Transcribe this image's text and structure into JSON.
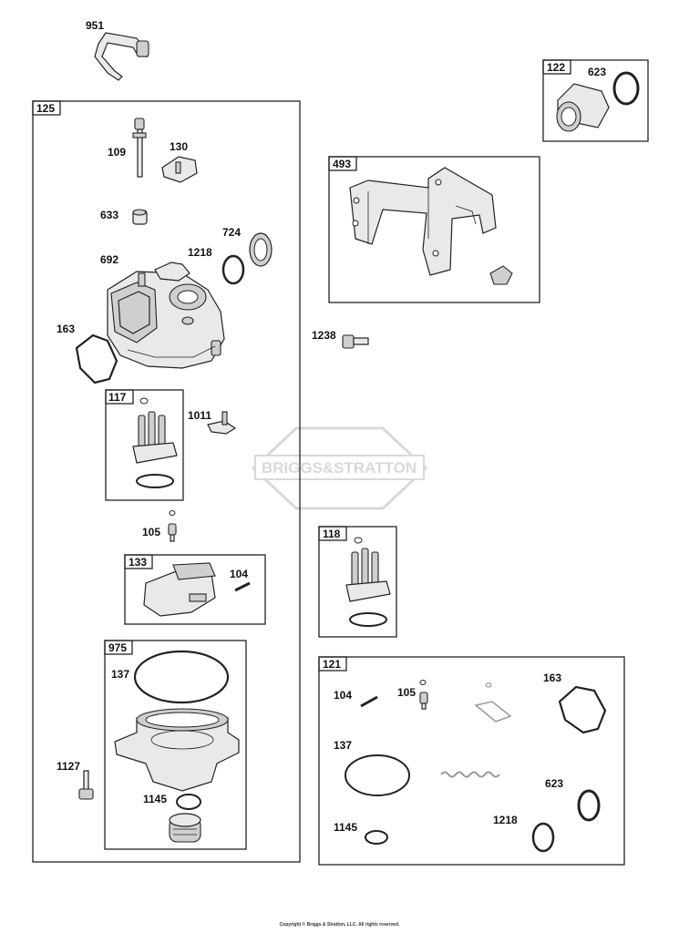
{
  "watermark": "BRIGGS&STRATTON",
  "copyright": "Copyright © Briggs & Stratton, LLC. All rights reserved.",
  "kits": {
    "k125": "125",
    "k122": "122",
    "k493": "493",
    "k117": "117",
    "k133": "133",
    "k118": "118",
    "k975": "975",
    "k121": "121"
  },
  "parts": {
    "p951": "951",
    "p623a": "623",
    "p109": "109",
    "p130": "130",
    "p633": "633",
    "p724": "724",
    "p692": "692",
    "p1218a": "1218",
    "p163a": "163",
    "p1238": "1238",
    "p1011": "1011",
    "p105a": "105",
    "p104a": "104",
    "p137a": "137",
    "p1127": "1127",
    "p1145a": "1145",
    "p104b": "104",
    "p105b": "105",
    "p163b": "163",
    "p137b": "137",
    "p623b": "623",
    "p1218b": "1218",
    "p1145b": "1145"
  }
}
